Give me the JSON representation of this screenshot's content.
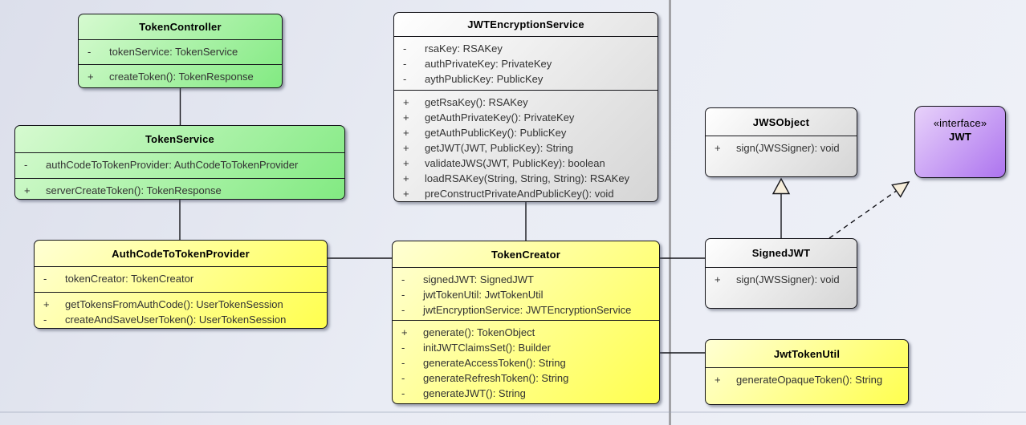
{
  "colors": {
    "green_light": "#d6fad0",
    "green_dark": "#82ea82",
    "yellow_light": "#ffffd4",
    "yellow_dark": "#ffff4e",
    "gray_light": "#ffffff",
    "gray_dark": "#d5d5d5",
    "purple_light": "#e8d2fa",
    "purple_dark": "#ad74ef",
    "page_divider": "#a2a2a6",
    "line": "#15151a",
    "arrow_fill": "#f7eedb"
  },
  "classes": {
    "tokenController": {
      "name": "TokenController",
      "attributes": [
        {
          "vis": "-",
          "text": "tokenService: TokenService"
        }
      ],
      "methods": [
        {
          "vis": "+",
          "text": "createToken(): TokenResponse"
        }
      ]
    },
    "tokenService": {
      "name": "TokenService",
      "attributes": [
        {
          "vis": "-",
          "text": "authCodeToTokenProvider: AuthCodeToTokenProvider"
        }
      ],
      "methods": [
        {
          "vis": "+",
          "text": "serverCreateToken(): TokenResponse"
        }
      ]
    },
    "jwtEncryptionService": {
      "name": "JWTEncryptionService",
      "attributes": [
        {
          "vis": "-",
          "text": "rsaKey: RSAKey"
        },
        {
          "vis": "-",
          "text": "authPrivateKey: PrivateKey"
        },
        {
          "vis": "-",
          "text": "aythPublicKey: PublicKey"
        }
      ],
      "methods": [
        {
          "vis": "+",
          "text": "getRsaKey(): RSAKey"
        },
        {
          "vis": "+",
          "text": "getAuthPrivateKey(): PrivateKey"
        },
        {
          "vis": "+",
          "text": "getAuthPublicKey(): PublicKey"
        },
        {
          "vis": "+",
          "text": "getJWT(JWT, PublicKey): String"
        },
        {
          "vis": "+",
          "text": "validateJWS(JWT, PublicKey): boolean"
        },
        {
          "vis": "+",
          "text": "loadRSAKey(String, String, String): RSAKey"
        },
        {
          "vis": "+",
          "text": "preConstructPrivateAndPublicKey(): void"
        }
      ]
    },
    "authCodeToTokenProvider": {
      "name": "AuthCodeToTokenProvider",
      "attributes": [
        {
          "vis": "-",
          "text": "tokenCreator: TokenCreator"
        }
      ],
      "methods": [
        {
          "vis": "+",
          "text": "getTokensFromAuthCode(): UserTokenSession"
        },
        {
          "vis": "-",
          "text": "createAndSaveUserToken(): UserTokenSession"
        }
      ]
    },
    "tokenCreator": {
      "name": "TokenCreator",
      "attributes": [
        {
          "vis": "-",
          "text": "signedJWT: SignedJWT"
        },
        {
          "vis": "-",
          "text": "jwtTokenUtil: JwtTokenUtil"
        },
        {
          "vis": "-",
          "text": "jwtEncryptionService: JWTEncryptionService"
        }
      ],
      "methods": [
        {
          "vis": "+",
          "text": "generate(): TokenObject"
        },
        {
          "vis": "-",
          "text": "initJWTClaimsSet(): Builder"
        },
        {
          "vis": "-",
          "text": "generateAccessToken(): String"
        },
        {
          "vis": "-",
          "text": "generateRefreshToken(): String"
        },
        {
          "vis": "-",
          "text": "generateJWT(): String"
        }
      ]
    },
    "jwsObject": {
      "name": "JWSObject",
      "methods": [
        {
          "vis": "+",
          "text": "sign(JWSSigner): void"
        }
      ]
    },
    "jwtInterface": {
      "stereotype": "«interface»",
      "name": "JWT"
    },
    "signedJWT": {
      "name": "SignedJWT",
      "methods": [
        {
          "vis": "+",
          "text": "sign(JWSSigner): void"
        }
      ]
    },
    "jwtTokenUtil": {
      "name": "JwtTokenUtil",
      "methods": [
        {
          "vis": "+",
          "text": "generateOpaqueToken(): String"
        }
      ]
    }
  },
  "relationships": [
    {
      "type": "association",
      "from": "TokenController",
      "to": "TokenService"
    },
    {
      "type": "association",
      "from": "TokenService",
      "to": "AuthCodeToTokenProvider"
    },
    {
      "type": "association",
      "from": "JWTEncryptionService",
      "to": "TokenCreator"
    },
    {
      "type": "association",
      "from": "AuthCodeToTokenProvider",
      "to": "TokenCreator"
    },
    {
      "type": "association",
      "from": "TokenCreator",
      "to": "SignedJWT"
    },
    {
      "type": "association",
      "from": "TokenCreator",
      "to": "JwtTokenUtil"
    },
    {
      "type": "generalization",
      "from": "SignedJWT",
      "to": "JWSObject"
    },
    {
      "type": "realization",
      "from": "SignedJWT",
      "to": "JWT"
    }
  ]
}
